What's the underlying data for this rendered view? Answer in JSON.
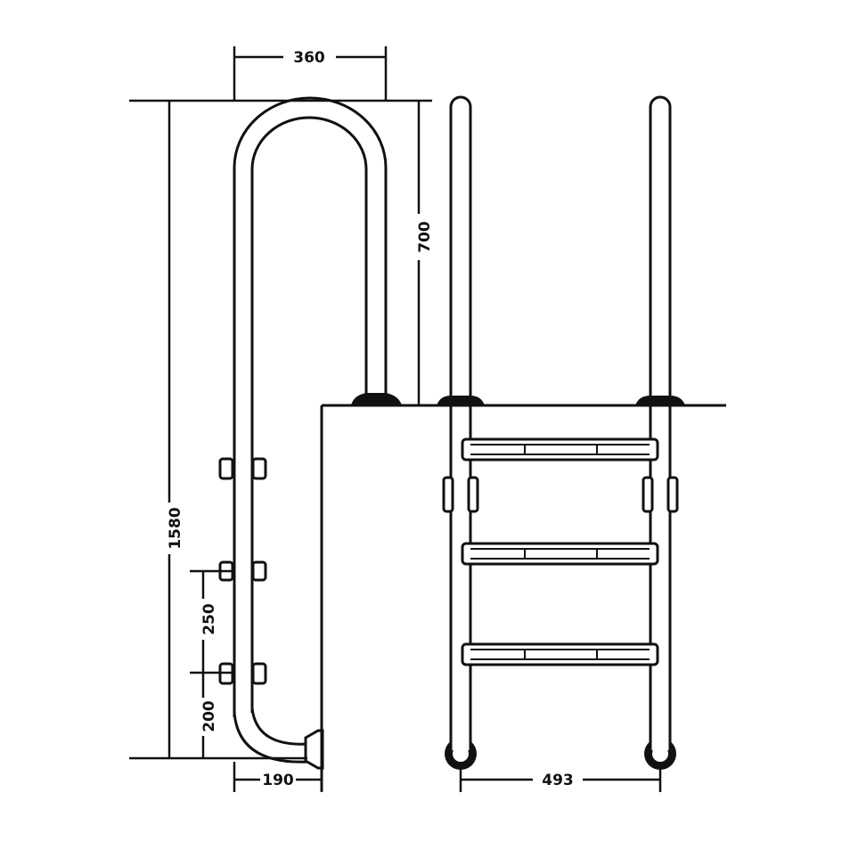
{
  "diagram": {
    "dimensions": {
      "top_width": "360",
      "rail_height": "700",
      "total_height": "1580",
      "step_spacing": "250",
      "bottom_offset": "200",
      "base_offset": "190",
      "ladder_width": "493"
    },
    "colors": {
      "line": "#111111",
      "background": "#ffffff"
    }
  }
}
